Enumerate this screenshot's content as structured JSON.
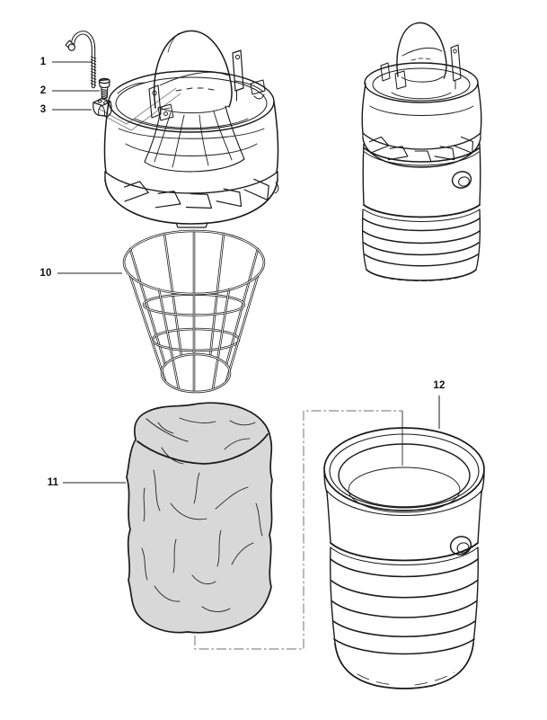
{
  "diagram": {
    "colors": {
      "background": "#ffffff",
      "line": "#1a1a1a",
      "bag_fill": "#d8d8d8",
      "phantom": "#8a8a8a",
      "leader": "#4d4d4d",
      "label": "#111111"
    },
    "callouts": [
      {
        "label": "1"
      },
      {
        "label": "2"
      },
      {
        "label": "3"
      },
      {
        "label": "10"
      },
      {
        "label": "11"
      },
      {
        "label": "12"
      }
    ]
  }
}
